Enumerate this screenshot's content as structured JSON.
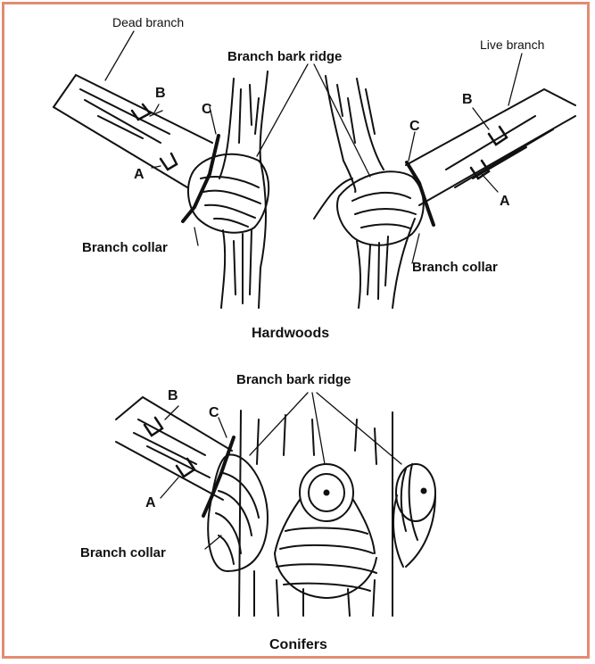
{
  "colors": {
    "frame": "#e58a72",
    "ink": "#111111"
  },
  "hardwoods": {
    "title": "Hardwoods",
    "dead_branch": "Dead branch",
    "live_branch": "Live branch",
    "branch_bark_ridge": "Branch bark ridge",
    "branch_collar_left": "Branch collar",
    "branch_collar_right": "Branch collar",
    "cut_a_left": "A",
    "cut_b_left": "B",
    "cut_c_left": "C",
    "cut_a_right": "A",
    "cut_b_right": "B",
    "cut_c_right": "C"
  },
  "conifers": {
    "title": "Conifers",
    "branch_bark_ridge": "Branch bark ridge",
    "branch_collar": "Branch collar",
    "cut_a": "A",
    "cut_b": "B",
    "cut_c": "C"
  }
}
